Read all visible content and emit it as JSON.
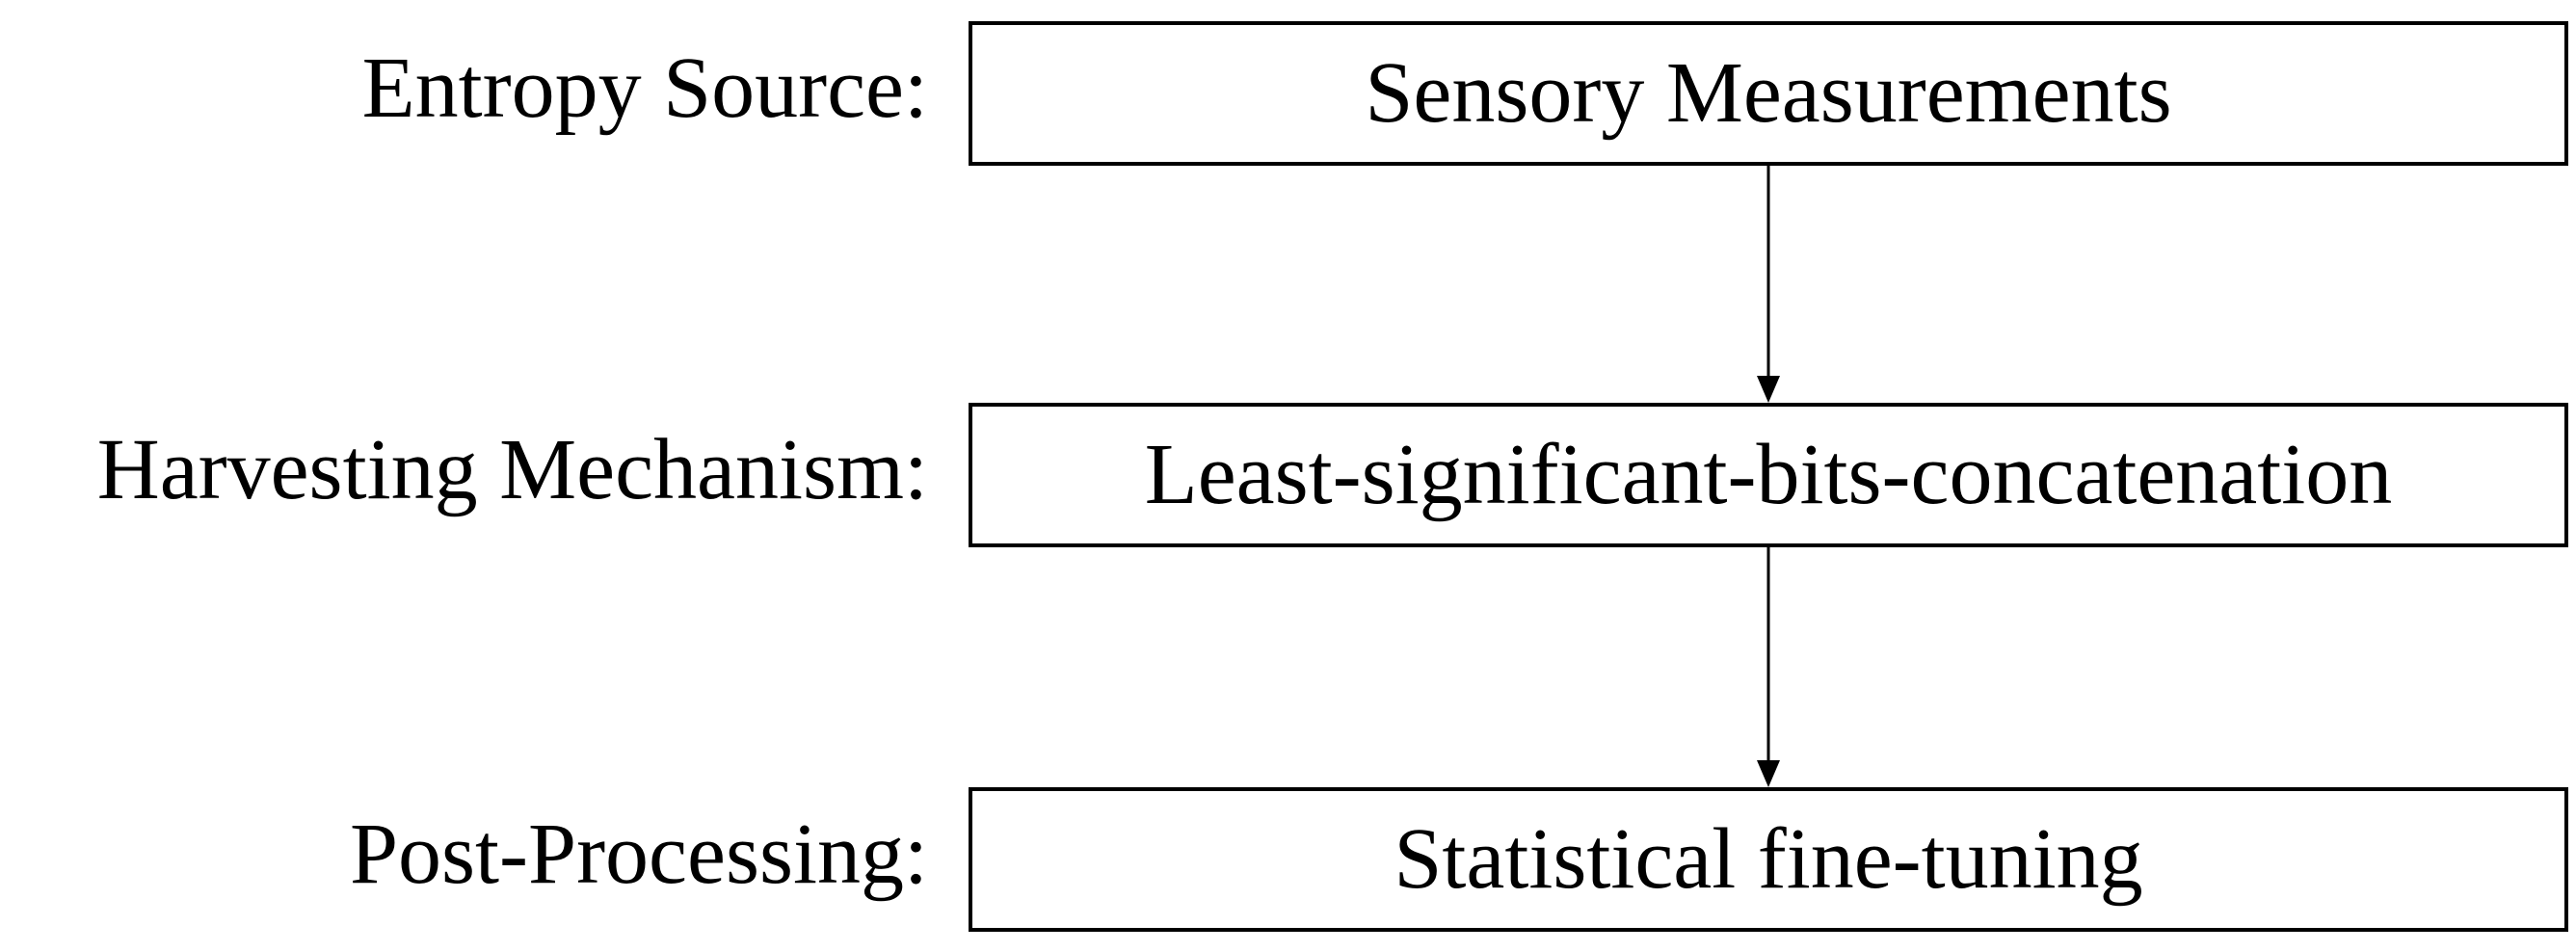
{
  "stages": [
    {
      "label": "Entropy Source:",
      "content": "Sensory Measurements"
    },
    {
      "label": "Harvesting Mechanism:",
      "content": "Least-significant-bits-concatenation"
    },
    {
      "label": "Post-Processing:",
      "content": "Statistical fine-tuning"
    }
  ],
  "colors": {
    "stroke": "#000000",
    "text": "#000000",
    "background": "#ffffff"
  }
}
